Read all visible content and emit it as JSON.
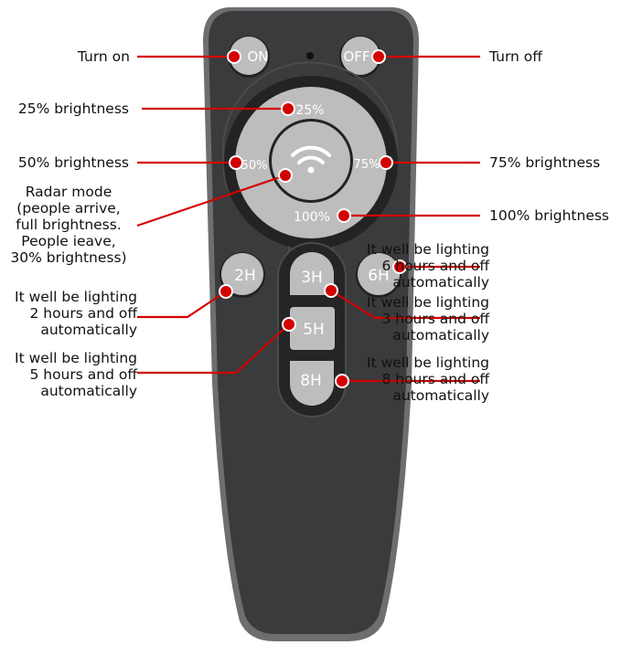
{
  "colors": {
    "body": "#3a3b3d",
    "edge": "#6d6e70",
    "button": "#bdbdbd",
    "ring_dark": "#2a2a2c",
    "callout": "#d40000"
  },
  "buttons": {
    "on": "ON",
    "off": "OFF",
    "b25": "25%",
    "b50": "50%",
    "b75": "75%",
    "b100": "100%",
    "radar_icon": "wifi-icon",
    "h2": "2H",
    "h3": "3H",
    "h5": "5H",
    "h6": "6H",
    "h8": "8H"
  },
  "labels": {
    "on": "Turn on",
    "off": "Turn off",
    "b25": "25% brightness",
    "b50": "50% brightness",
    "b75": "75% brightness",
    "b100": "100% brightness",
    "radar": "Radar mode\n(people arrive,\nfull brightness.\nPeople ieave,\n30% brightness)",
    "h2": "It well be lighting\n2 hours and off\nautomatically",
    "h3": "It well be lighting\n3 hours and off\nautomatically",
    "h5": "It well be lighting\n5 hours and off\nautomatically",
    "h6": "It well be lighting\n6 hours and off\nautomatically",
    "h8": "It well be lighting\n8 hours and off\nautomatically"
  }
}
